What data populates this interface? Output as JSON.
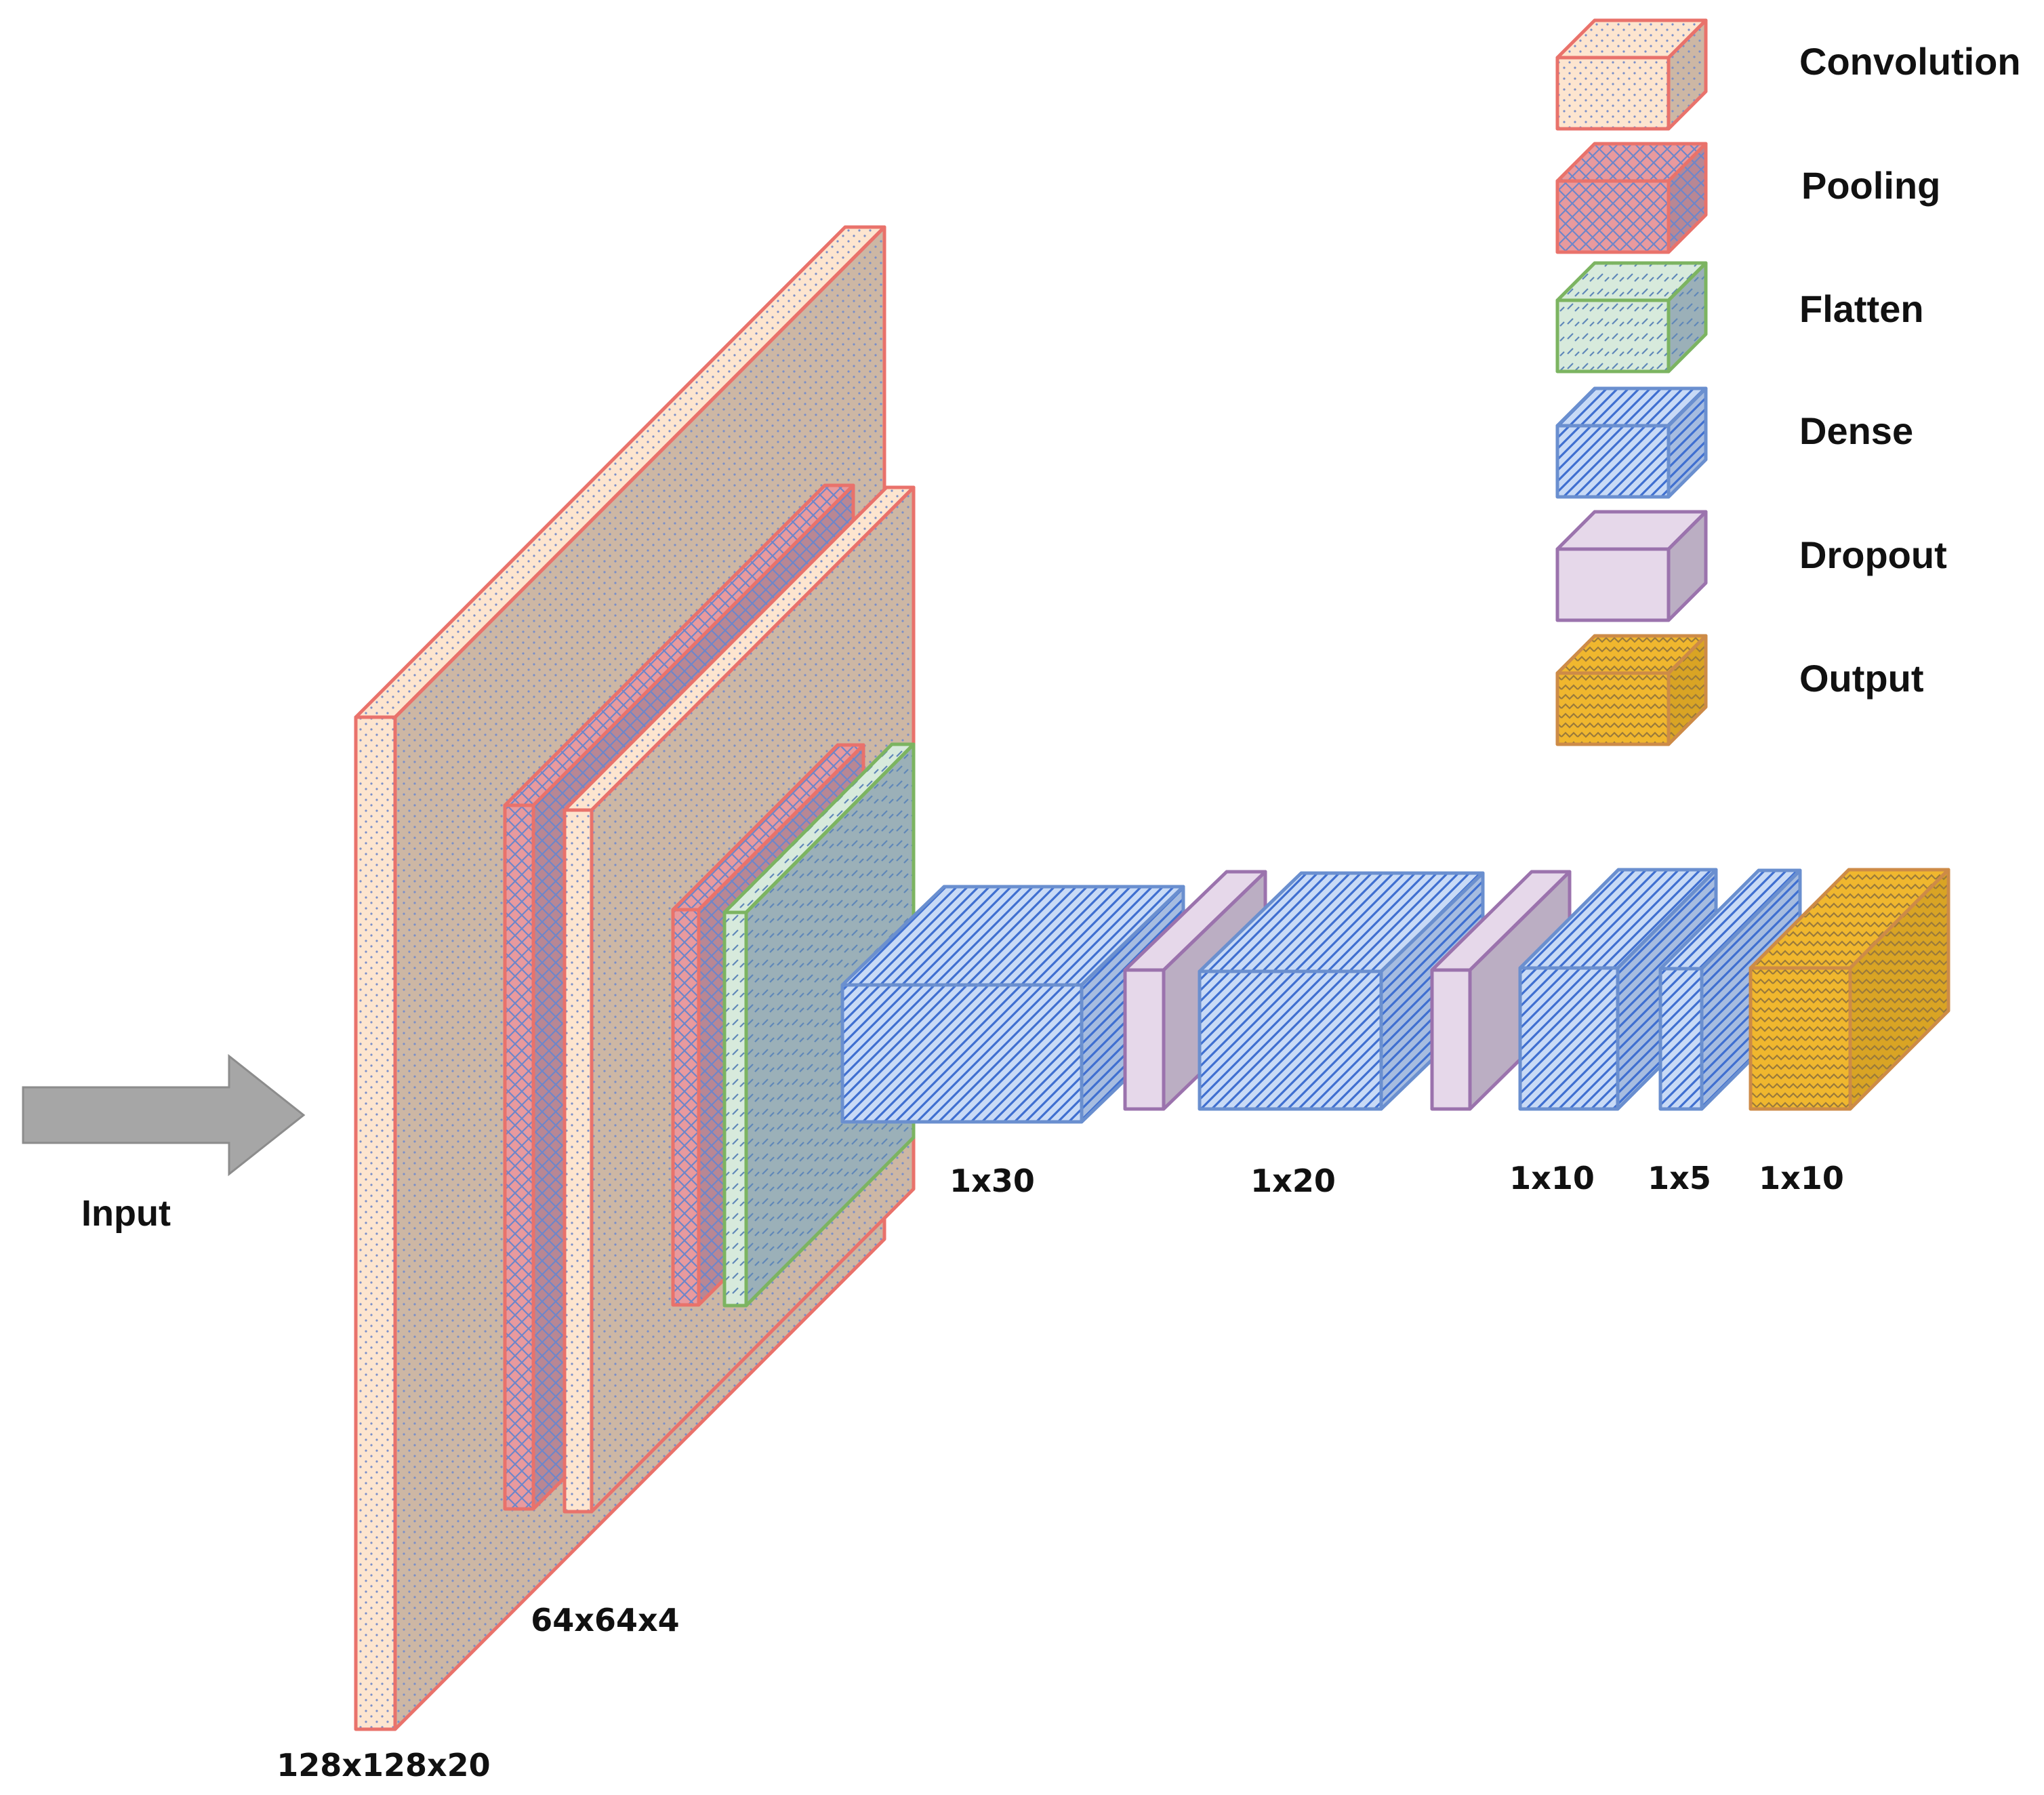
{
  "input_label": "Input",
  "legend": [
    {
      "key": "conv",
      "label": "Convolution"
    },
    {
      "key": "pool",
      "label": "Pooling"
    },
    {
      "key": "flat",
      "label": "Flatten"
    },
    {
      "key": "dense",
      "label": "Dense"
    },
    {
      "key": "drop",
      "label": "Dropout"
    },
    {
      "key": "out",
      "label": "Output"
    }
  ],
  "dimension_labels": {
    "conv1": "128x128x20",
    "conv2": "64x64x4",
    "dense1": "1x30",
    "dense2": "1x20",
    "dense3": "1x10",
    "dense4": "1x5",
    "output": "1x10"
  },
  "colors": {
    "conv_face": "#fde5cf",
    "conv_side": "#cdb7a4",
    "conv_stroke": "#e9726b",
    "pool_face": "#e89a9e",
    "pool_side": "#b88794",
    "pool_stroke": "#e9726b",
    "flat_face": "#d7eadc",
    "flat_side": "#9bb0b8",
    "flat_stroke": "#7cb461",
    "dense_face": "#c8daf6",
    "dense_side": "#a6bce0",
    "dense_stroke": "#6a8fcf",
    "drop_face": "#e6d8ea",
    "drop_side": "#bbaec3",
    "drop_stroke": "#9b73ad",
    "out_face": "#f0b72e",
    "out_side": "#d9a424",
    "out_stroke": "#cd8b47",
    "arrow_fill": "#a6a6a6",
    "arrow_stroke": "#8c8c8c"
  }
}
